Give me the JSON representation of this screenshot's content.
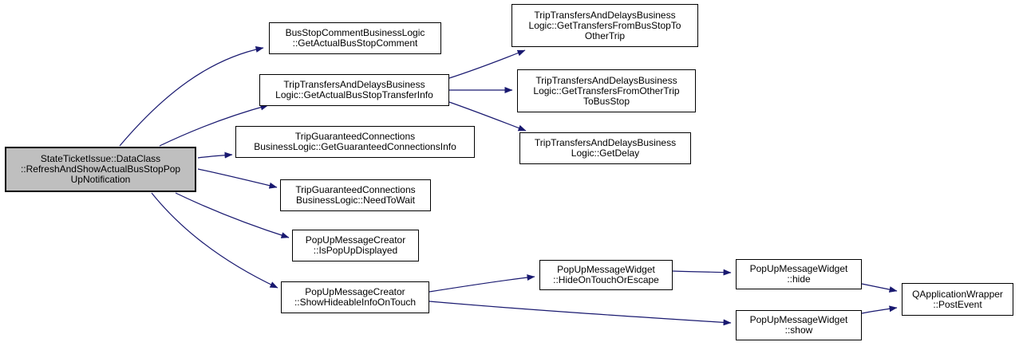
{
  "diagram": {
    "type": "call-graph",
    "background_color": "#ffffff",
    "edge_color": "#191970",
    "node_fill": "#ffffff",
    "node_border_color": "#000000",
    "highlighted_node_fill": "#bfbfbf",
    "nodes": {
      "refresh_and_show": {
        "label": "StateTicketIssue::DataClass\n::RefreshAndShowActualBusStopPop\nUpNotification"
      },
      "get_actual_bus_stop_comment": {
        "label": "BusStopCommentBusinessLogic\n::GetActualBusStopComment"
      },
      "get_actual_bus_stop_transfer_info": {
        "label": "TripTransfersAndDelaysBusiness\nLogic::GetActualBusStopTransferInfo"
      },
      "get_transfers_from_bus_stop_to_other_trip": {
        "label": "TripTransfersAndDelaysBusiness\nLogic::GetTransfersFromBusStopTo\nOtherTrip"
      },
      "get_transfers_from_other_trip_to_bus_stop": {
        "label": "TripTransfersAndDelaysBusiness\nLogic::GetTransfersFromOtherTrip\nToBusStop"
      },
      "get_delay": {
        "label": "TripTransfersAndDelaysBusiness\nLogic::GetDelay"
      },
      "get_guaranteed_connections_info": {
        "label": "TripGuaranteedConnections\nBusinessLogic::GetGuaranteedConnectionsInfo"
      },
      "need_to_wait": {
        "label": "TripGuaranteedConnections\nBusinessLogic::NeedToWait"
      },
      "is_pop_up_displayed": {
        "label": "PopUpMessageCreator\n::IsPopUpDisplayed"
      },
      "show_hideable_info_on_touch": {
        "label": "PopUpMessageCreator\n::ShowHideableInfoOnTouch"
      },
      "hide_on_touch_or_escape": {
        "label": "PopUpMessageWidget\n::HideOnTouchOrEscape"
      },
      "hide": {
        "label": "PopUpMessageWidget\n::hide"
      },
      "show": {
        "label": "PopUpMessageWidget\n::show"
      },
      "post_event": {
        "label": "QApplicationWrapper\n::PostEvent"
      }
    },
    "edges": [
      {
        "from": "refresh_and_show",
        "to": "get_actual_bus_stop_comment"
      },
      {
        "from": "refresh_and_show",
        "to": "get_actual_bus_stop_transfer_info"
      },
      {
        "from": "refresh_and_show",
        "to": "get_guaranteed_connections_info"
      },
      {
        "from": "refresh_and_show",
        "to": "need_to_wait"
      },
      {
        "from": "refresh_and_show",
        "to": "is_pop_up_displayed"
      },
      {
        "from": "refresh_and_show",
        "to": "show_hideable_info_on_touch"
      },
      {
        "from": "get_actual_bus_stop_transfer_info",
        "to": "get_transfers_from_bus_stop_to_other_trip"
      },
      {
        "from": "get_actual_bus_stop_transfer_info",
        "to": "get_transfers_from_other_trip_to_bus_stop"
      },
      {
        "from": "get_actual_bus_stop_transfer_info",
        "to": "get_delay"
      },
      {
        "from": "show_hideable_info_on_touch",
        "to": "hide_on_touch_or_escape"
      },
      {
        "from": "show_hideable_info_on_touch",
        "to": "show"
      },
      {
        "from": "hide_on_touch_or_escape",
        "to": "hide"
      },
      {
        "from": "hide",
        "to": "post_event"
      },
      {
        "from": "show",
        "to": "post_event"
      }
    ]
  }
}
